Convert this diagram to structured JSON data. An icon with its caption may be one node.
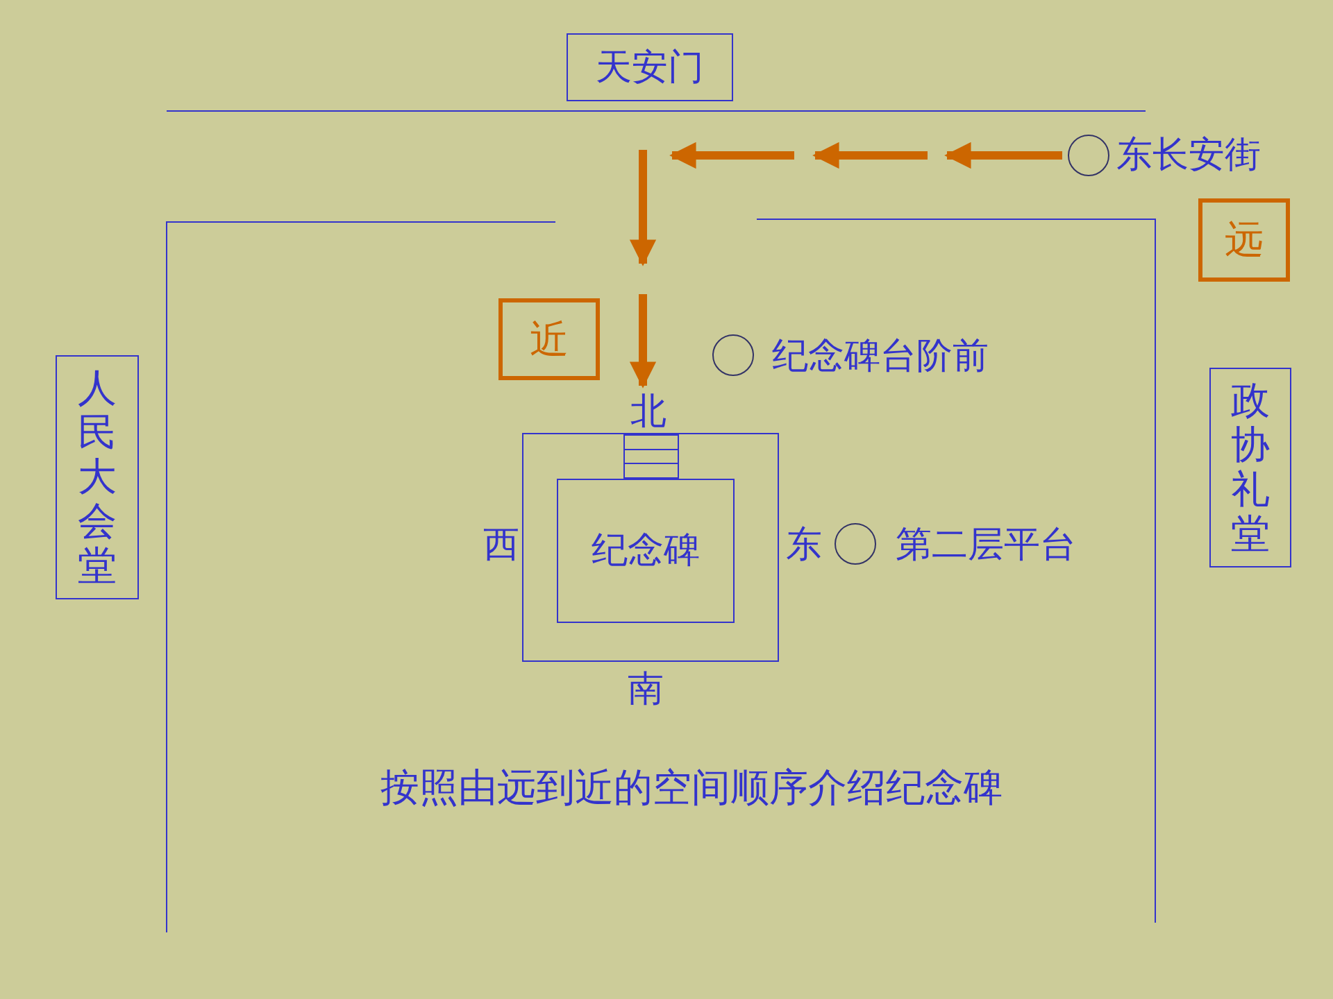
{
  "diagram": {
    "caption": "按照由远到近的空间顺序介绍纪念碑",
    "nodes": [
      {
        "text": [
          "天安门"
        ]
      },
      {
        "text": [],
        "shape": "circle",
        "beside": [
          "东长安街"
        ]
      },
      {
        "text": [
          "远"
        ]
      },
      {
        "text": [
          "近"
        ]
      },
      {
        "text": [],
        "shape": "circle",
        "beside": [
          "纪念碑台阶前"
        ]
      },
      {
        "text": [
          "人民大会堂"
        ]
      },
      {
        "text": [
          "政协礼堂"
        ]
      },
      {
        "text": [],
        "shape": "box"
      },
      {
        "text": [],
        "shape": "box",
        "in": 7
      },
      {
        "text": [
          "纪念碑"
        ],
        "in": 7
      },
      {
        "text": [],
        "shape": "circle",
        "beside": [
          "第二层平台"
        ]
      }
    ],
    "edges": [],
    "labels": [
      "北",
      "西",
      "东",
      "南"
    ]
  }
}
